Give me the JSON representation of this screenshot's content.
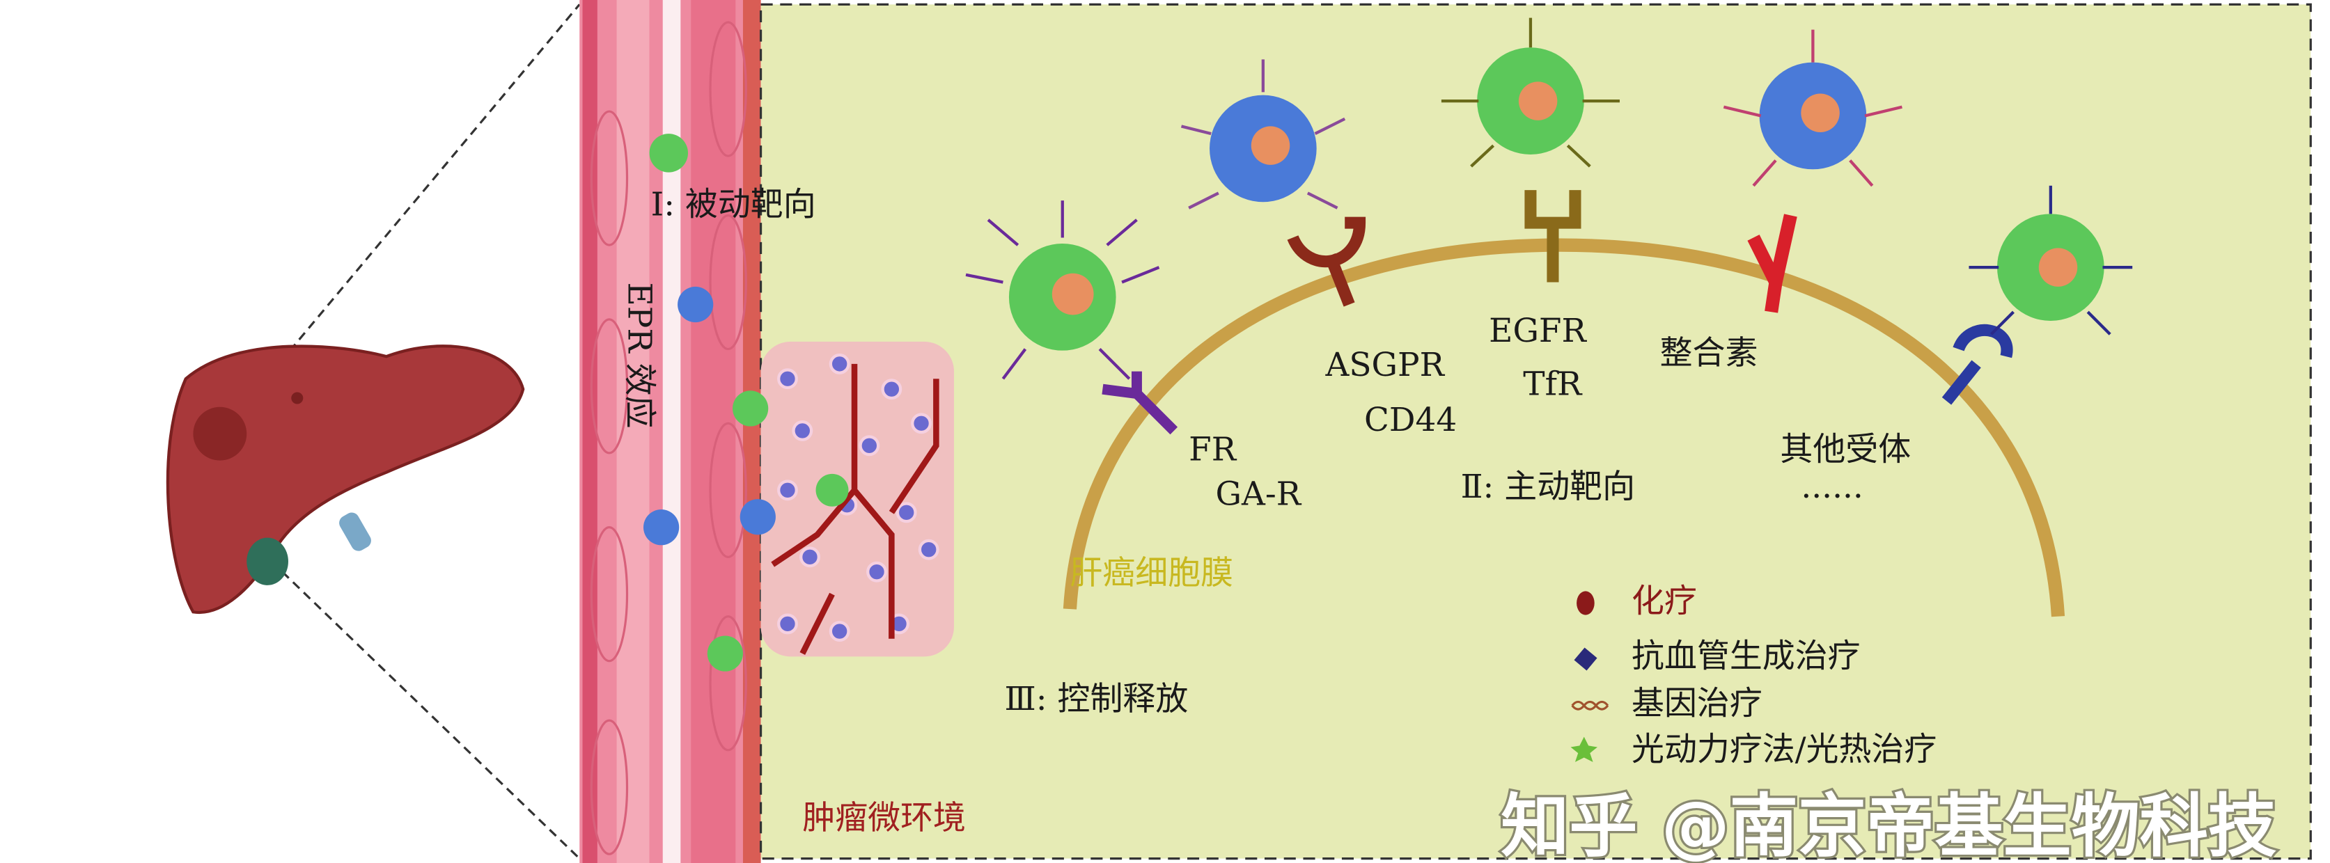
{
  "labels": {
    "passive": "Ⅰ: 被动靶向",
    "epr": "EPR 效应",
    "fr": "FR",
    "gar": "GA-R",
    "asgpr": "ASGPR",
    "cd44": "CD44",
    "egfr": "EGFR",
    "tfr": "TfR",
    "integrin": "整合素",
    "other": "其他受体",
    "ellipsis": "......",
    "active": "Ⅱ: 主动靶向",
    "membrane": "肝癌细胞膜",
    "release": "Ⅲ: 控制释放",
    "microenv": "肿瘤微环境"
  },
  "legend": [
    {
      "label": "化疗",
      "icon": "red-dot-icon",
      "color": "#8b1a1a"
    },
    {
      "label": "抗血管生成治疗",
      "icon": "blue-diamond-icon",
      "color": "#2a2a7a"
    },
    {
      "label": "基因治疗",
      "icon": "dna-strand-icon",
      "color": "#a0522d"
    },
    {
      "label": "光动力疗法/光热治疗",
      "icon": "green-star-icon",
      "color": "#6abf3a"
    }
  ],
  "watermark": "知乎 @南京帝基生物科技",
  "colors": {
    "panel": "#e6ebb5",
    "vessel": "#e8708a",
    "membrane": "#c9a048",
    "liver": "#a8383a"
  }
}
